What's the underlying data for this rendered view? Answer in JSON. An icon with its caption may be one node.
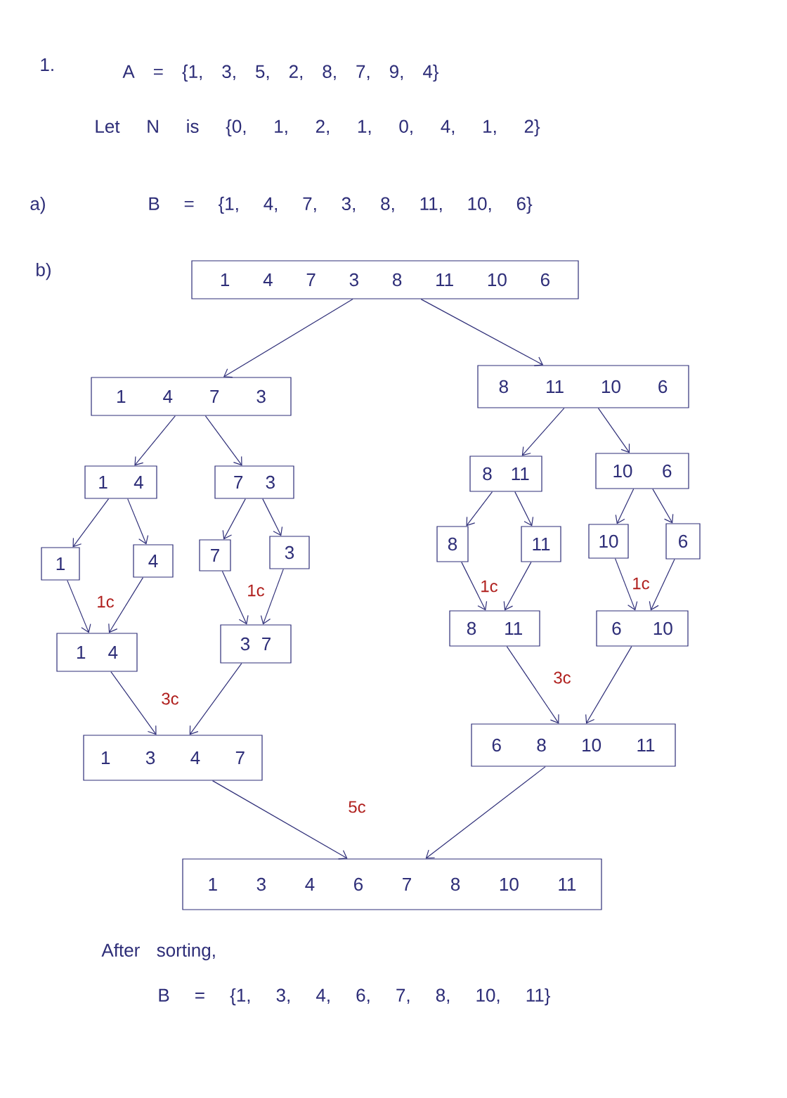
{
  "diagram": {
    "nodes": [
      {
        "text": [
          "1 4 7 3 8 11 10 6"
        ]
      },
      {
        "text": [
          "1 4 7 3"
        ]
      },
      {
        "text": [
          "8 11 10 6"
        ]
      },
      {
        "text": [
          "1 4"
        ]
      },
      {
        "text": [
          "7 3"
        ]
      },
      {
        "text": [
          "8 11"
        ]
      },
      {
        "text": [
          "10 6"
        ]
      },
      {
        "text": [
          "1"
        ]
      },
      {
        "text": [
          "4"
        ]
      },
      {
        "text": [
          "7"
        ]
      },
      {
        "text": [
          "3"
        ]
      },
      {
        "text": [
          "8"
        ]
      },
      {
        "text": [
          "11"
        ]
      },
      {
        "text": [
          "10"
        ]
      },
      {
        "text": [
          "6"
        ]
      },
      {
        "text": [
          "1 4"
        ]
      },
      {
        "text": [
          "3 7"
        ]
      },
      {
        "text": [
          "8 11"
        ]
      },
      {
        "text": [
          "6 10"
        ]
      },
      {
        "text": [
          "1 3 4 7"
        ]
      },
      {
        "text": [
          "6 8 10 11"
        ]
      },
      {
        "text": [
          "1 3 4 6 7 8 10 11"
        ]
      }
    ],
    "edges": [
      {
        "from": 0,
        "to": 1,
        "arrow": "to"
      },
      {
        "from": 0,
        "to": 2,
        "arrow": "to"
      },
      {
        "from": 1,
        "to": 3,
        "arrow": "to"
      },
      {
        "from": 1,
        "to": 4,
        "arrow": "to"
      },
      {
        "from": 2,
        "to": 5,
        "arrow": "to"
      },
      {
        "from": 2,
        "to": 6,
        "arrow": "to"
      },
      {
        "from": 3,
        "to": 7,
        "arrow": "to"
      },
      {
        "from": 3,
        "to": 8,
        "arrow": "to"
      },
      {
        "from": 4,
        "to": 9,
        "arrow": "to"
      },
      {
        "from": 4,
        "to": 10,
        "arrow": "to"
      },
      {
        "from": 5,
        "to": 11,
        "arrow": "to"
      },
      {
        "from": 5,
        "to": 12,
        "arrow": "to"
      },
      {
        "from": 6,
        "to": 13,
        "arrow": "to"
      },
      {
        "from": 6,
        "to": 14,
        "arrow": "to"
      },
      {
        "from": 7,
        "to": 15,
        "arrow": "to"
      },
      {
        "from": 8,
        "to": 15,
        "arrow": "to"
      },
      {
        "from": 9,
        "to": 16,
        "arrow": "to"
      },
      {
        "from": 10,
        "to": 16,
        "arrow": "to"
      },
      {
        "from": 11,
        "to": 17,
        "arrow": "to"
      },
      {
        "from": 12,
        "to": 17,
        "arrow": "to"
      },
      {
        "from": 13,
        "to": 18,
        "arrow": "to"
      },
      {
        "from": 14,
        "to": 18,
        "arrow": "to"
      },
      {
        "from": 15,
        "to": 19,
        "arrow": "to"
      },
      {
        "from": 16,
        "to": 19,
        "arrow": "to"
      },
      {
        "from": 17,
        "to": 20,
        "arrow": "to"
      },
      {
        "from": 18,
        "to": 20,
        "arrow": "to"
      },
      {
        "from": 19,
        "to": 21,
        "arrow": "to"
      },
      {
        "from": 20,
        "to": 21,
        "arrow": "to"
      }
    ],
    "labels": [
      "1.",
      "A = {1, 3, 5, 2, 8, 7, 9, 4}",
      "Let N is {0, 1, 2, 1, 0, 4, 1, 2}",
      "a)",
      "B = {1, 4, 7, 3, 8, 11, 10, 6}",
      "b)",
      "1c",
      "1c",
      "1c",
      "1c",
      "3c",
      "3c",
      "5c",
      "After sorting,",
      "B = {1, 3, 4, 6, 7, 8, 10, 11}"
    ]
  }
}
